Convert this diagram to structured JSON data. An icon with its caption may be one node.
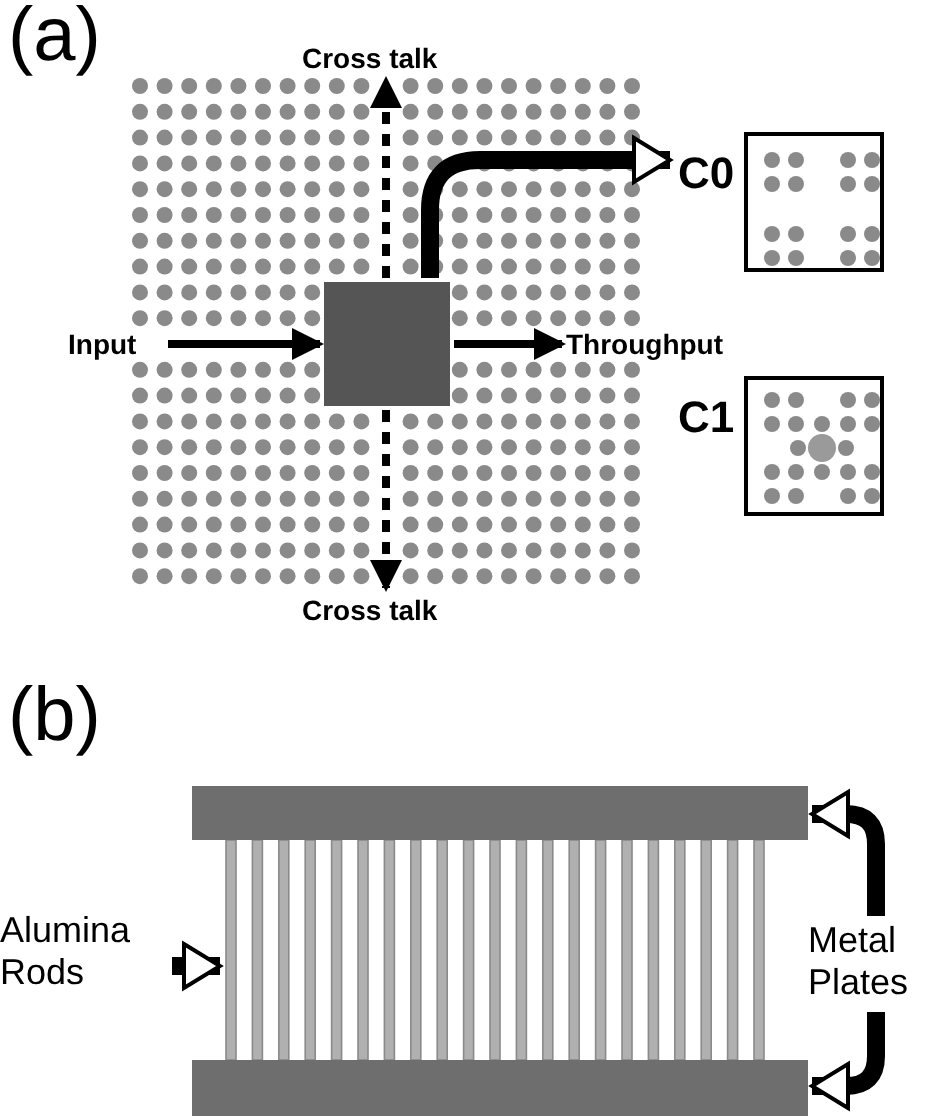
{
  "diagram": {
    "nodes": [
      {
        "text": [
          "Input"
        ]
      },
      {
        "text": [],
        "shape": "box"
      },
      {
        "text": [
          "Throughput"
        ]
      },
      {
        "text": [
          "Cross talk"
        ]
      },
      {
        "text": [
          "Cross talk"
        ]
      },
      {
        "text": [
          "C0"
        ]
      },
      {
        "text": [
          "C1"
        ]
      },
      {
        "text": [
          "Alumina Rods"
        ]
      },
      {
        "text": [],
        "shape": "picture"
      },
      {
        "text": [
          "Metal Plates"
        ]
      },
      {
        "text": [],
        "shape": "bar"
      },
      {
        "text": [],
        "shape": "bar"
      }
    ],
    "edges": [
      {
        "from": 0,
        "to": 1,
        "arrow": "to"
      },
      {
        "from": 1,
        "to": 2,
        "arrow": "to"
      },
      {
        "from": 1,
        "to": 3,
        "arrow": "to",
        "style": "dashed"
      },
      {
        "from": 1,
        "to": 4,
        "arrow": "to",
        "style": "dashed"
      },
      {
        "from": 1,
        "to": 5,
        "arrow": "to",
        "style": "thick"
      },
      {
        "from": 7,
        "to": 8,
        "arrow": "to",
        "style": "thick"
      },
      {
        "from": 9,
        "to": 10,
        "arrow": "to",
        "style": "thick"
      },
      {
        "from": 9,
        "to": 11,
        "arrow": "to",
        "style": "thick"
      }
    ],
    "labels": [
      "(a)",
      "(b)"
    ]
  }
}
